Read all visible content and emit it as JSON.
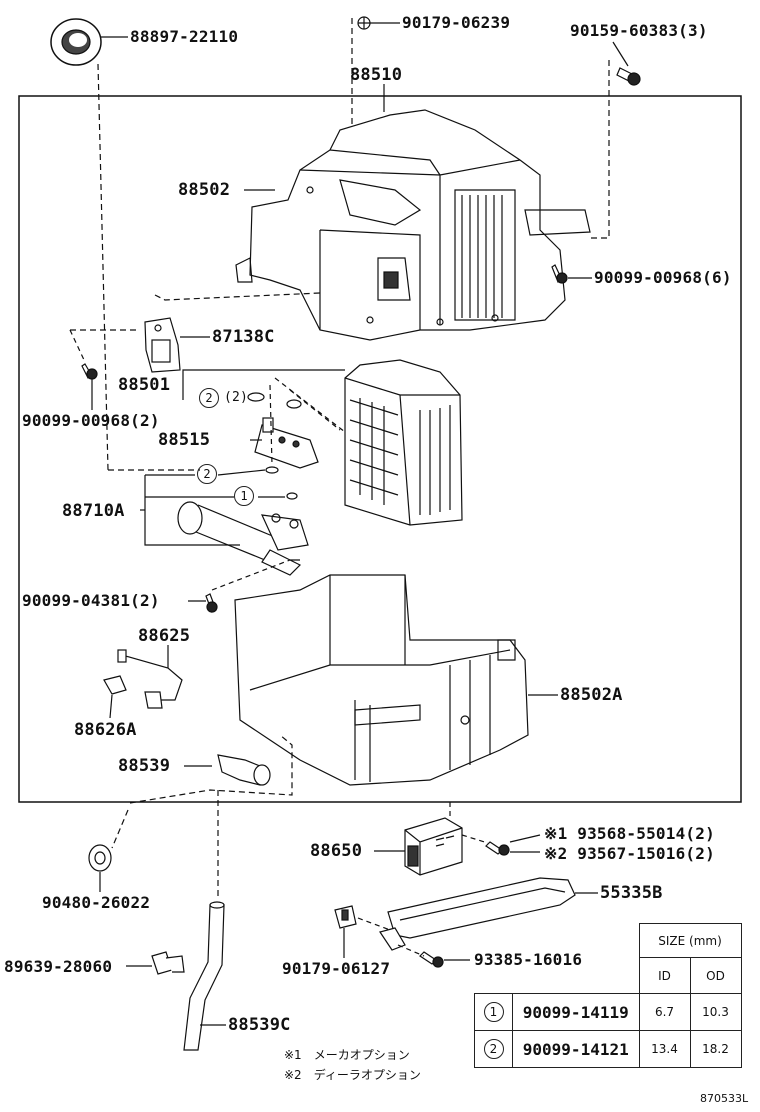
{
  "labels": {
    "p88897_22110": "88897-22110",
    "p90179_06239": "90179-06239",
    "p90159_60383": "90159-60383(3)",
    "p88510": "88510",
    "p88502": "88502",
    "p90099_00968_6": "90099-00968(6)",
    "p87138c": "87138C",
    "p88501": "88501",
    "p90099_00968_2": "90099-00968(2)",
    "p88515": "88515",
    "p88710a": "88710A",
    "p90099_04381": "90099-04381(2)",
    "p88625": "88625",
    "p88626a": "88626A",
    "p88502a": "88502A",
    "p88539": "88539",
    "p88650": "88650",
    "p93568": "※1 93568-55014(2)",
    "p93567": "※2 93567-15016(2)",
    "p55335b": "55335B",
    "p90480": "90480-26022",
    "p89639": "89639-28060",
    "p90179_06127": "90179-06127",
    "p93385": "93385-16016",
    "p88539c": "88539C"
  },
  "callouts": {
    "c1": "1",
    "c2": "2",
    "c2b": "2",
    "qty2": "(2)"
  },
  "size_table": {
    "header_size": "SIZE (mm)",
    "header_id": "ID",
    "header_od": "OD",
    "rows": [
      {
        "ref": "1",
        "part": "90099-14119",
        "id": "6.7",
        "od": "10.3"
      },
      {
        "ref": "2",
        "part": "90099-14121",
        "id": "13.4",
        "od": "18.2"
      }
    ]
  },
  "notes": {
    "n1": "※1　メーカオプション",
    "n2": "※2　ディーラオプション"
  },
  "figure_code": "870533L"
}
